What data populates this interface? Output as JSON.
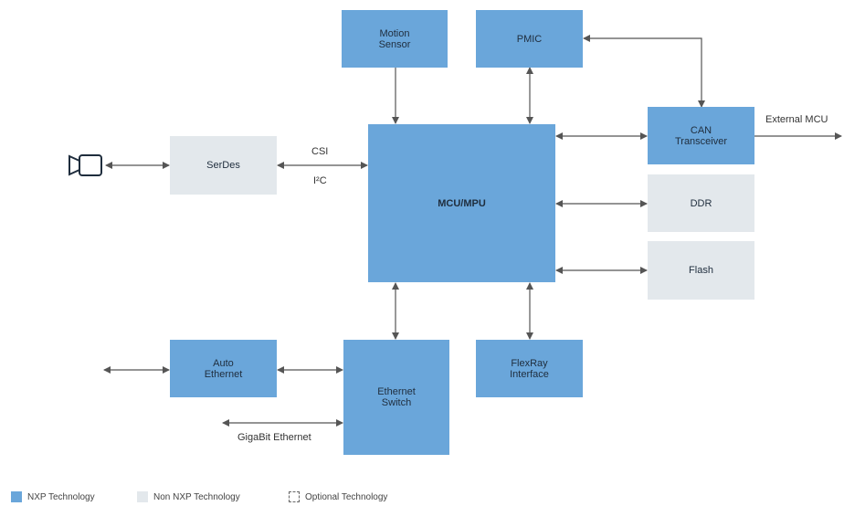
{
  "colors": {
    "nxp": "#6aa6da",
    "non_nxp": "#e3e8ec",
    "line": "#555555"
  },
  "blocks": {
    "motion_sensor": "Motion\nSensor",
    "pmic": "PMIC",
    "can_transceiver": "CAN\nTransceiver",
    "serdes": "SerDes",
    "mcu_mpu": "MCU/MPU",
    "ddr": "DDR",
    "flash": "Flash",
    "auto_ethernet": "Auto\nEthernet",
    "ethernet_switch": "Ethernet\nSwitch",
    "flexray": "FlexRay\nInterface"
  },
  "labels": {
    "csi": "CSI",
    "i2c": "I²C",
    "external_mcu": "External MCU",
    "gigabit_ethernet": "GigaBit Ethernet"
  },
  "icons": {
    "camera": "camera-icon"
  },
  "legend": {
    "nxp": "NXP Technology",
    "non_nxp": "Non NXP Technology",
    "optional": "Optional Technology"
  }
}
